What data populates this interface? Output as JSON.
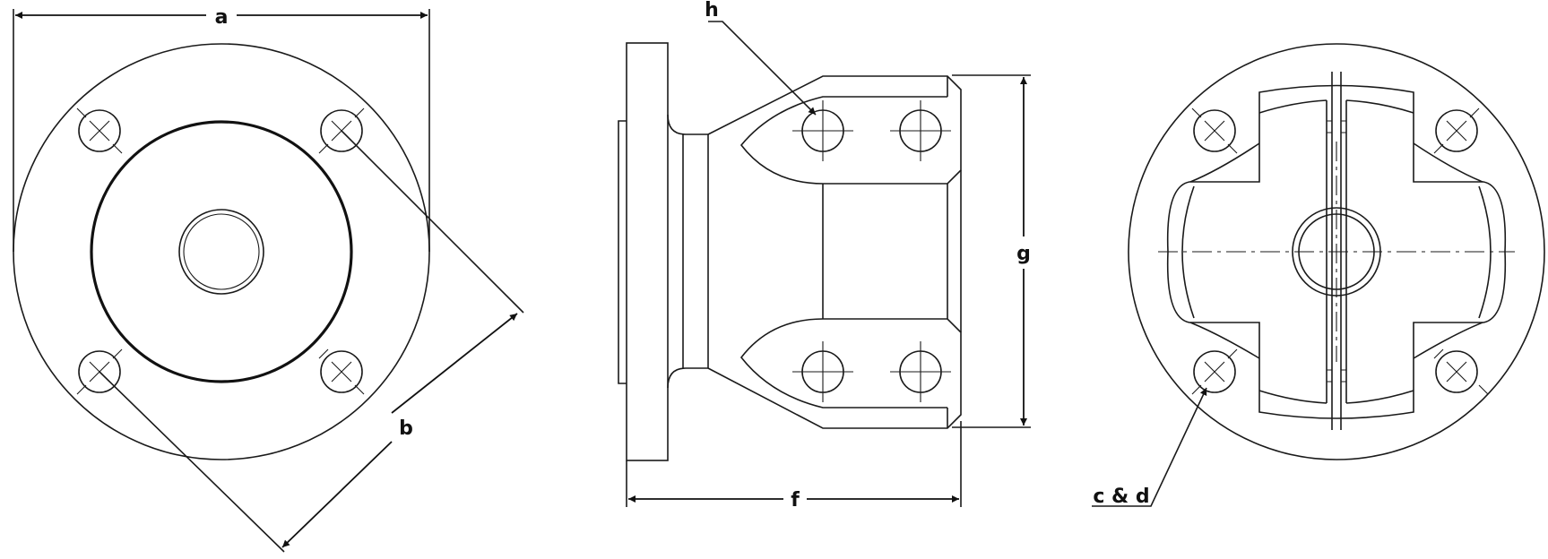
{
  "labels": {
    "a": "a",
    "b": "b",
    "f": "f",
    "g": "g",
    "h": "h",
    "cd": "c & d"
  }
}
